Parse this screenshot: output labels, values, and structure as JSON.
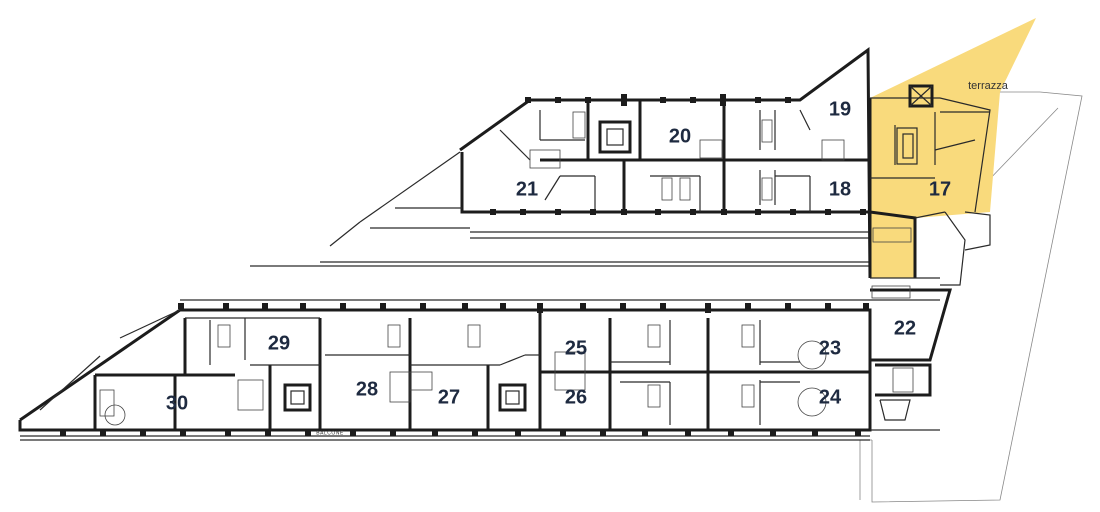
{
  "plan": {
    "highlight_color": "#F9DA7C",
    "label_color": "#1E2A40",
    "terrace_label": "terrazza",
    "balcony_label": "BALCONE",
    "units": {
      "u17": "17",
      "u18": "18",
      "u19": "19",
      "u20": "20",
      "u21": "21",
      "u22": "22",
      "u23": "23",
      "u24": "24",
      "u25": "25",
      "u26": "26",
      "u27": "27",
      "u28": "28",
      "u29": "29",
      "u30": "30"
    }
  }
}
